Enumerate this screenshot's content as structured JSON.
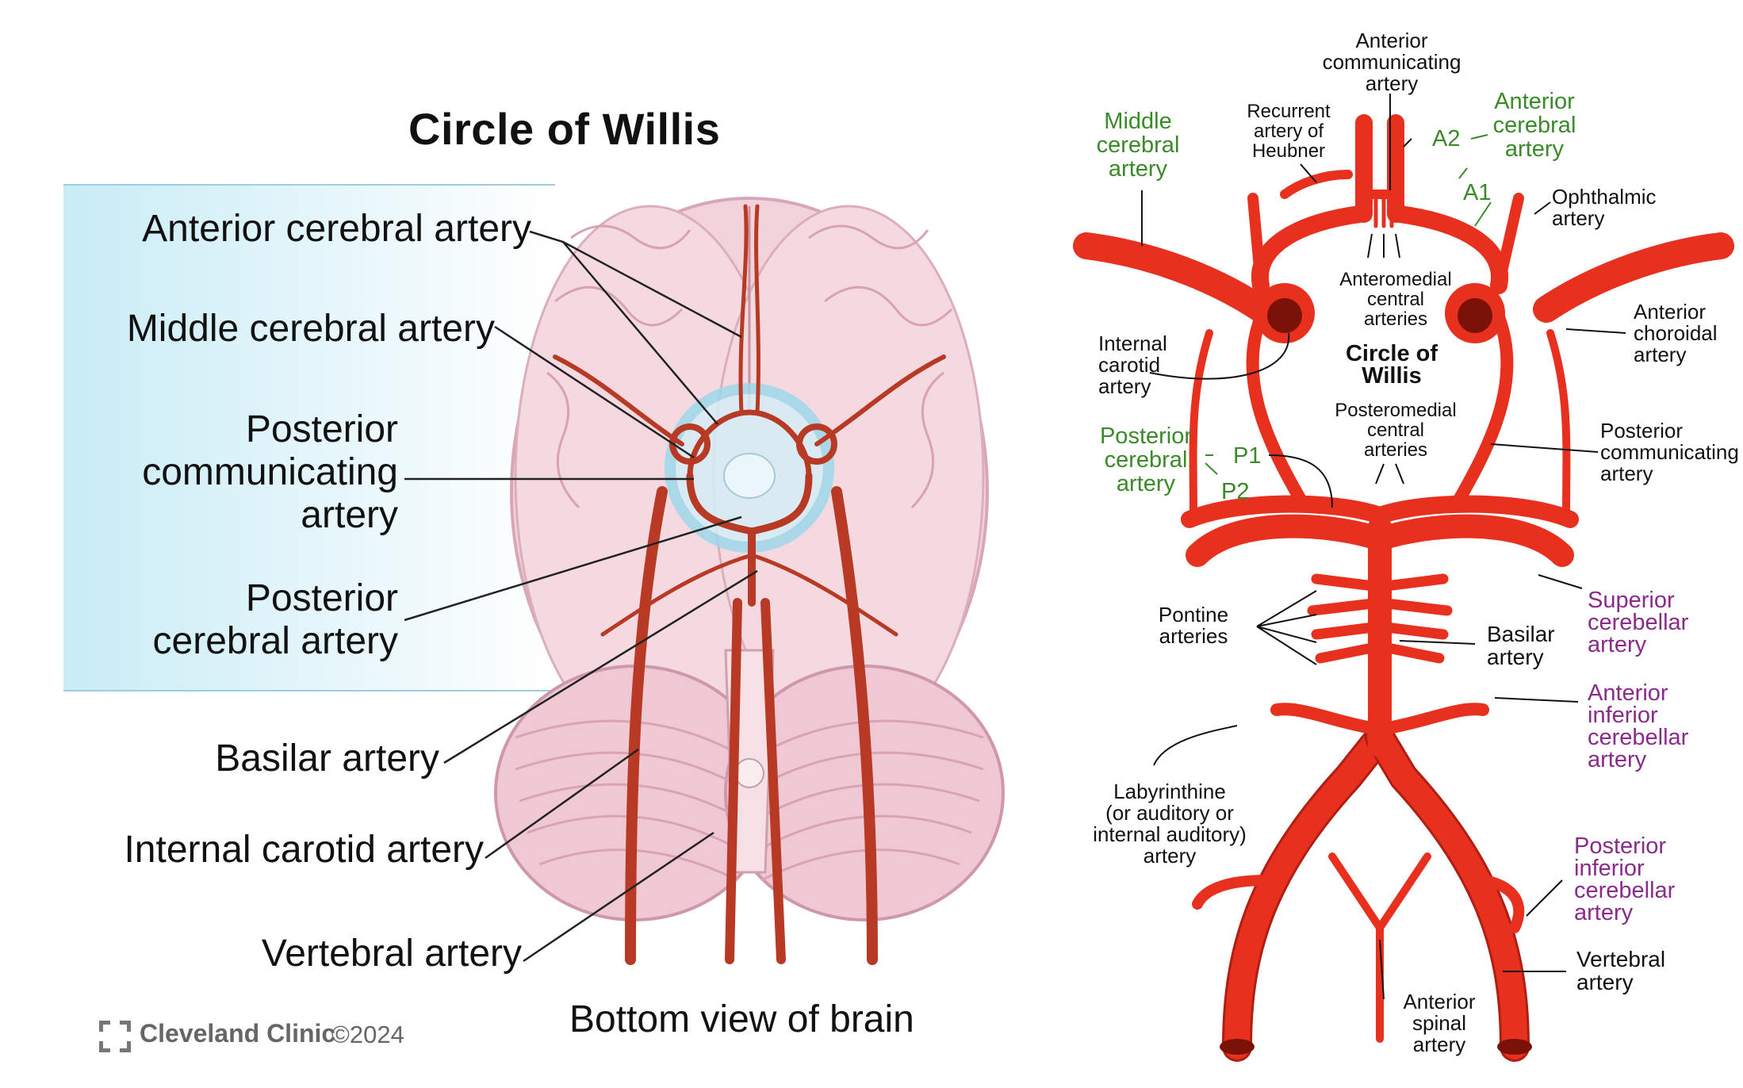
{
  "left_panel": {
    "title": "Circle of Willis",
    "labels": {
      "anterior_cerebral": "Anterior cerebral artery",
      "middle_cerebral": "Middle cerebral artery",
      "posterior_communicating": [
        "Posterior",
        "communicating",
        "artery"
      ],
      "posterior_cerebral": [
        "Posterior",
        "cerebral artery"
      ],
      "basilar": "Basilar artery",
      "internal_carotid": "Internal carotid artery",
      "vertebral": "Vertebral artery"
    },
    "caption": "Bottom view of brain",
    "brand": "Cleveland Clinic",
    "copyright": "©2024"
  },
  "right_panel": {
    "anterior_communicating": [
      "Anterior",
      "communicating",
      "artery"
    ],
    "recurrent_heubner": [
      "Recurrent",
      "artery of",
      "Heubner"
    ],
    "middle_cerebral": [
      "Middle",
      "cerebral",
      "artery"
    ],
    "anterior_cerebral": [
      "Anterior",
      "cerebral",
      "artery"
    ],
    "a2": "A2",
    "a1": "A1",
    "ophthalmic": [
      "Ophthalmic",
      "artery"
    ],
    "anteromedial": [
      "Anteromedial",
      "central",
      "arteries"
    ],
    "internal_carotid": [
      "Internal",
      "carotid",
      "artery"
    ],
    "circle_title": [
      "Circle of",
      "Willis"
    ],
    "anterior_choroidal": [
      "Anterior",
      "choroidal",
      "artery"
    ],
    "posteromedial": [
      "Posteromedial",
      "central",
      "arteries"
    ],
    "posterior_cerebral": [
      "Posterior",
      "cerebral",
      "artery"
    ],
    "p1": "P1",
    "p2": "P2",
    "posterior_communicating": [
      "Posterior",
      "communicating",
      "artery"
    ],
    "pontine": [
      "Pontine",
      "arteries"
    ],
    "basilar": [
      "Basilar",
      "artery"
    ],
    "superior_cerebellar": [
      "Superior",
      "cerebellar",
      "artery"
    ],
    "anterior_inferior_cerebellar": [
      "Anterior",
      "inferior",
      "cerebellar",
      "artery"
    ],
    "labyrinthine": [
      "Labyrinthine",
      "(or auditory or",
      "internal auditory)",
      "artery"
    ],
    "posterior_inferior_cerebellar": [
      "Posterior",
      "inferior",
      "cerebellar",
      "artery"
    ],
    "vertebral": [
      "Vertebral",
      "artery"
    ],
    "anterior_spinal": [
      "Anterior",
      "spinal",
      "artery"
    ]
  },
  "colors": {
    "artery": "#e8301f",
    "artery_dark": "#b01e12",
    "brain": "#f1cfd8",
    "brain_dark": "#d9a3b3",
    "green_label": "#3a8a2a",
    "purple_label": "#8a2a8a"
  }
}
